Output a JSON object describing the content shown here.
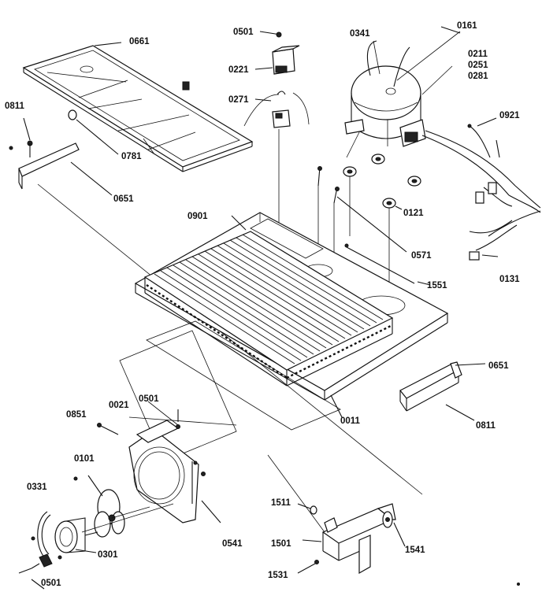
{
  "labels": {
    "p0661": "0661",
    "p0811a": "0811",
    "p0781": "0781",
    "p0651a": "0651",
    "p0501a": "0501",
    "p0221": "0221",
    "p0271": "0271",
    "p0341": "0341",
    "p0161": "0161",
    "p0211": "0211",
    "p0251": "0251",
    "p0281": "0281",
    "p0921": "0921",
    "p0901": "0901",
    "p0121": "0121",
    "p0571": "0571",
    "p1551": "1551",
    "p0131": "0131",
    "p0651b": "0651",
    "p0811b": "0811",
    "p0011": "0011",
    "p0021": "0021",
    "p0501b": "0501",
    "p0851": "0851",
    "p0101": "0101",
    "p0331": "0331",
    "p0301": "0301",
    "p0501c": "0501",
    "p0541": "0541",
    "p1511": "1511",
    "p1501": "1501",
    "p1541": "1541",
    "p1531": "1531"
  }
}
